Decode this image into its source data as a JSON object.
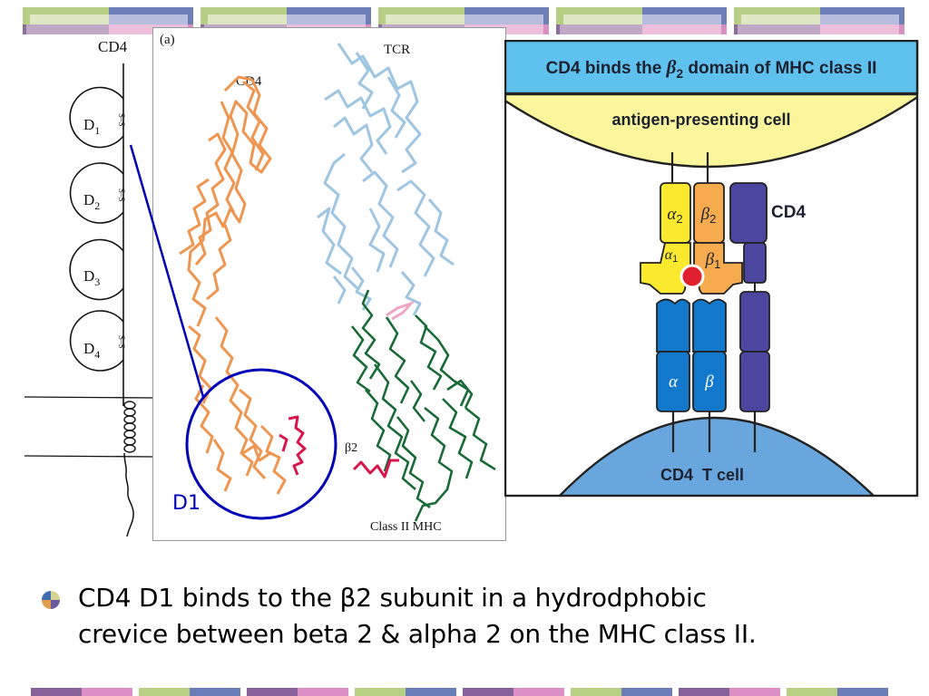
{
  "slide": {
    "bullet": {
      "line1": "CD4 D1 binds to the β2 subunit in a hydrodphobic",
      "line2": "crevice between beta 2 & alpha 2 on the MHC class II."
    }
  },
  "left_schematic": {
    "title": "CD4",
    "domains": [
      "D",
      "D",
      "D",
      "D"
    ],
    "domain_subscripts": [
      "1",
      "2",
      "3",
      "4"
    ],
    "disulfide_label": "S–S"
  },
  "structure_panel": {
    "panel_label": "(a)",
    "cd4_label": "CD4",
    "tcr_label": "TCR",
    "beta2_label": "β2",
    "mhc_label": "Class II MHC",
    "d1_callout": "D1",
    "colors": {
      "cd4": "#ee9550",
      "tcr": "#9ec5e2",
      "mhc": "#1a6a37",
      "interface": "#d8164d",
      "peptide": "#f0a6c2",
      "callout": "#0000b8"
    }
  },
  "right_diagram": {
    "banner_title_part1": "CD4 binds the ",
    "banner_beta": "β",
    "banner_sub": "2",
    "banner_title_part2": " domain of MHC class II",
    "apc_label": "antigen-presenting cell",
    "tcell_label": "CD4  T cell",
    "cd4_label": "CD4",
    "alpha2": "α",
    "alpha2_sub": "2",
    "beta2": "β",
    "beta2_sub": "2",
    "alpha1": "α",
    "alpha1_sub": "1",
    "beta1": "β",
    "beta1_sub": "1",
    "tcr_alpha": "α",
    "tcr_beta": "β",
    "colors": {
      "banner": "#5fc1ee",
      "apc": "#fbf59c",
      "tcell": "#6aa6de",
      "alpha": "#fbe930",
      "beta": "#f6ab4e",
      "tcr": "#1278cc",
      "cd4": "#4b46a0",
      "peptide": "#e0202e"
    }
  },
  "decoration": {
    "top_bar_colors": [
      "#b7cf84",
      "#6e7fb7",
      "#8a6c9d",
      "#d890c2"
    ],
    "bottom_bar_pairs": [
      [
        "#86619a",
        "#dc8fc5"
      ],
      [
        "#b7d083",
        "#6b7db8"
      ],
      [
        "#86619a",
        "#dc8fc5"
      ],
      [
        "#b7d083",
        "#6b7db8"
      ],
      [
        "#86619a",
        "#dc8fc5"
      ],
      [
        "#b7d083",
        "#6b7db8"
      ],
      [
        "#86619a",
        "#dc8fc5"
      ],
      [
        "#b7d083",
        "#6b7db8"
      ]
    ],
    "bullet_colors": [
      "#3f6fb0",
      "#d6d392",
      "#e09d4e",
      "#6a5ba0"
    ]
  }
}
